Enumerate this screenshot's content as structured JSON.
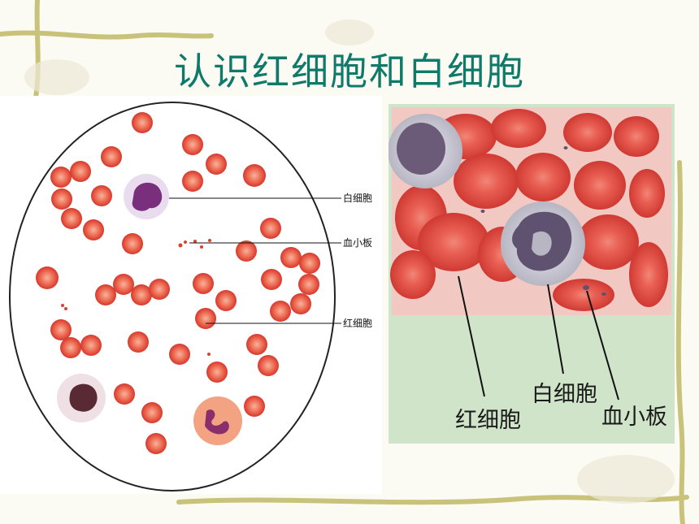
{
  "title": "认识红细胞和白细胞",
  "left_diagram": {
    "labels": {
      "white_cell": "白细胞",
      "platelet": "血小板",
      "red_cell": "红细胞"
    }
  },
  "right_photo": {
    "labels": {
      "red_cell": "红细胞",
      "white_cell": "白细胞",
      "platelet": "血小板"
    }
  },
  "colors": {
    "title": "#0f7a69",
    "red_cell": "#e8453a",
    "white_cell_nucleus": "#7a2f7c",
    "photo_background": "#cfe4c9",
    "decor_vine": "#c9c27a"
  }
}
